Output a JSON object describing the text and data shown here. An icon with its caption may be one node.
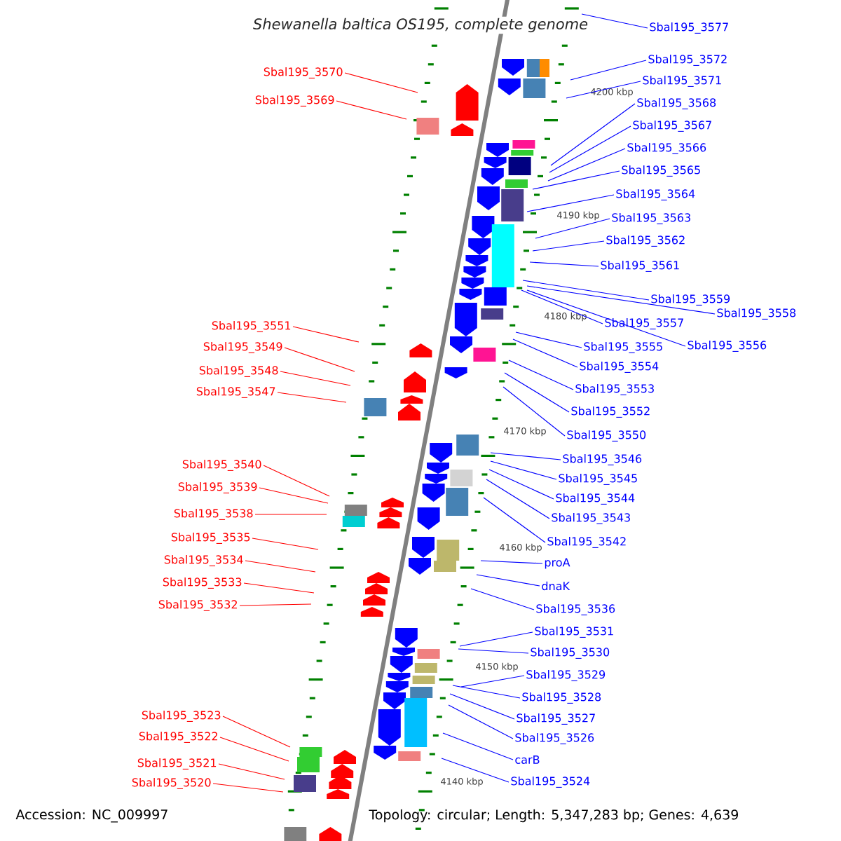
{
  "diagram": {
    "title": "Shewanella baltica OS195, complete genome",
    "nodes": [
      {
        "text": [
          "Sbal195_3577"
        ]
      },
      {
        "text": [
          "Sbal195_3572"
        ]
      },
      {
        "text": [
          "Sbal195_3570"
        ]
      },
      {
        "text": [
          "Sbal195_3571"
        ]
      },
      {
        "text": [
          "Sbal195_3569"
        ]
      },
      {
        "text": [
          "Sbal195_3568"
        ]
      },
      {
        "text": [
          "Sbal195_3567"
        ]
      },
      {
        "text": [
          "Sbal195_3566"
        ]
      },
      {
        "text": [
          "Sbal195_3565"
        ]
      },
      {
        "text": [
          "Sbal195_3564"
        ]
      },
      {
        "text": [
          "Sbal195_3563"
        ]
      },
      {
        "text": [
          "Sbal195_3562"
        ]
      },
      {
        "text": [
          "Sbal195_3561"
        ]
      },
      {
        "text": [
          "Sbal195_3559"
        ]
      },
      {
        "text": [
          "Sbal195_3557"
        ]
      },
      {
        "text": [
          "Sbal195_3551"
        ]
      },
      {
        "text": [
          "Sbal195_3558"
        ]
      },
      {
        "text": [
          "Sbal195_3556"
        ]
      },
      {
        "text": [
          "Sbal195_3555"
        ]
      },
      {
        "text": [
          "Sbal195_3549"
        ]
      },
      {
        "text": [
          "Sbal195_3554"
        ]
      },
      {
        "text": [
          "Sbal195_3548"
        ]
      },
      {
        "text": [
          "Sbal195_3553"
        ]
      },
      {
        "text": [
          "Sbal195_3547"
        ]
      },
      {
        "text": [
          "Sbal195_3552"
        ]
      },
      {
        "text": [
          "Sbal195_3550"
        ]
      },
      {
        "text": [
          "Sbal195_3546"
        ]
      },
      {
        "text": [
          "Sbal195_3540"
        ]
      },
      {
        "text": [
          "Sbal195_3545"
        ]
      },
      {
        "text": [
          "Sbal195_3539"
        ]
      },
      {
        "text": [
          "Sbal195_3544"
        ]
      },
      {
        "text": [
          "Sbal195_3538"
        ]
      },
      {
        "text": [
          "Sbal195_3543"
        ]
      },
      {
        "text": [
          "Sbal195_3535"
        ]
      },
      {
        "text": [
          "Sbal195_3542"
        ]
      },
      {
        "text": [
          "Sbal195_3534"
        ]
      },
      {
        "text": [
          "proA"
        ]
      },
      {
        "text": [
          "Sbal195_3533"
        ]
      },
      {
        "text": [
          "dnaK"
        ]
      },
      {
        "text": [
          "Sbal195_3532"
        ]
      },
      {
        "text": [
          "Sbal195_3536"
        ]
      },
      {
        "text": [
          "Sbal195_3531"
        ]
      },
      {
        "text": [
          "Sbal195_3530"
        ]
      },
      {
        "text": [
          "Sbal195_3529"
        ]
      },
      {
        "text": [
          "Sbal195_3528"
        ]
      },
      {
        "text": [
          "Sbal195_3523"
        ]
      },
      {
        "text": [
          "Sbal195_3527"
        ]
      },
      {
        "text": [
          "Sbal195_3522"
        ]
      },
      {
        "text": [
          "Sbal195_3526"
        ]
      },
      {
        "text": [
          "carB"
        ]
      },
      {
        "text": [
          "Sbal195_3521"
        ]
      },
      {
        "text": [
          "Sbal195_3524"
        ]
      },
      {
        "text": [
          "Sbal195_3520"
        ]
      }
    ],
    "edges": [
      {
        "from": 0,
        "to": null,
        "arrow": "none"
      },
      {
        "from": 1,
        "to": null,
        "arrow": "none"
      },
      {
        "from": 2,
        "to": null,
        "arrow": "none",
        "color": "#ff0000"
      },
      {
        "from": 3,
        "to": null,
        "arrow": "none"
      },
      {
        "from": 4,
        "to": null,
        "arrow": "none",
        "color": "#ff0000"
      },
      {
        "from": 5,
        "to": null,
        "arrow": "none"
      },
      {
        "from": 6,
        "to": null,
        "arrow": "none"
      },
      {
        "from": 7,
        "to": null,
        "arrow": "none"
      },
      {
        "from": 8,
        "to": null,
        "arrow": "none"
      },
      {
        "from": 9,
        "to": null,
        "arrow": "none"
      },
      {
        "from": 10,
        "to": null,
        "arrow": "none"
      },
      {
        "from": 11,
        "to": null,
        "arrow": "none"
      },
      {
        "from": 12,
        "to": null,
        "arrow": "none"
      },
      {
        "from": 13,
        "to": null,
        "arrow": "none"
      },
      {
        "from": 14,
        "to": null,
        "arrow": "none"
      },
      {
        "from": 15,
        "to": null,
        "arrow": "none",
        "color": "#ff0000"
      },
      {
        "from": 16,
        "to": null,
        "arrow": "none"
      },
      {
        "from": 17,
        "to": null,
        "arrow": "none"
      },
      {
        "from": 18,
        "to": null,
        "arrow": "none"
      },
      {
        "from": 19,
        "to": null,
        "arrow": "none",
        "color": "#ff0000"
      },
      {
        "from": 20,
        "to": null,
        "arrow": "none"
      },
      {
        "from": 21,
        "to": null,
        "arrow": "none",
        "color": "#ff0000"
      },
      {
        "from": 22,
        "to": null,
        "arrow": "none"
      },
      {
        "from": 23,
        "to": null,
        "arrow": "none",
        "color": "#ff0000"
      },
      {
        "from": 24,
        "to": null,
        "arrow": "none"
      },
      {
        "from": 25,
        "to": null,
        "arrow": "none"
      },
      {
        "from": 26,
        "to": null,
        "arrow": "none"
      },
      {
        "from": 27,
        "to": null,
        "arrow": "none",
        "color": "#ff0000"
      },
      {
        "from": 28,
        "to": null,
        "arrow": "none"
      },
      {
        "from": 29,
        "to": null,
        "arrow": "none",
        "color": "#ff0000"
      },
      {
        "from": 30,
        "to": null,
        "arrow": "none"
      },
      {
        "from": 31,
        "to": null,
        "arrow": "none",
        "color": "#ff0000"
      },
      {
        "from": 32,
        "to": null,
        "arrow": "none"
      },
      {
        "from": 33,
        "to": null,
        "arrow": "none",
        "color": "#ff0000"
      },
      {
        "from": 34,
        "to": null,
        "arrow": "none"
      },
      {
        "from": 35,
        "to": null,
        "arrow": "none",
        "color": "#ff0000"
      },
      {
        "from": 36,
        "to": null,
        "arrow": "none"
      },
      {
        "from": 37,
        "to": null,
        "arrow": "none",
        "color": "#ff0000"
      },
      {
        "from": 38,
        "to": null,
        "arrow": "none"
      },
      {
        "from": 39,
        "to": null,
        "arrow": "none",
        "color": "#ff0000"
      },
      {
        "from": 40,
        "to": null,
        "arrow": "none"
      },
      {
        "from": 41,
        "to": null,
        "arrow": "none"
      },
      {
        "from": 42,
        "to": null,
        "arrow": "none"
      },
      {
        "from": 43,
        "to": null,
        "arrow": "none"
      },
      {
        "from": 44,
        "to": null,
        "arrow": "none"
      },
      {
        "from": 45,
        "to": null,
        "arrow": "none",
        "color": "#ff0000"
      },
      {
        "from": 46,
        "to": null,
        "arrow": "none"
      },
      {
        "from": 47,
        "to": null,
        "arrow": "none",
        "color": "#ff0000"
      },
      {
        "from": 48,
        "to": null,
        "arrow": "none"
      },
      {
        "from": 49,
        "to": null,
        "arrow": "none"
      },
      {
        "from": 50,
        "to": null,
        "arrow": "none",
        "color": "#ff0000"
      },
      {
        "from": 51,
        "to": null,
        "arrow": "none"
      },
      {
        "from": 52,
        "to": null,
        "arrow": "none",
        "color": "#ff0000"
      }
    ],
    "labels": [
      "4200 kbp",
      "4190 kbp",
      "4180 kbp",
      "4170 kbp",
      "4160 kbp",
      "4150 kbp",
      "4140 kbp",
      "Accession: NC_009997",
      "Topology: circular; Length: 5,347,283 bp; Genes: 4,639"
    ]
  }
}
